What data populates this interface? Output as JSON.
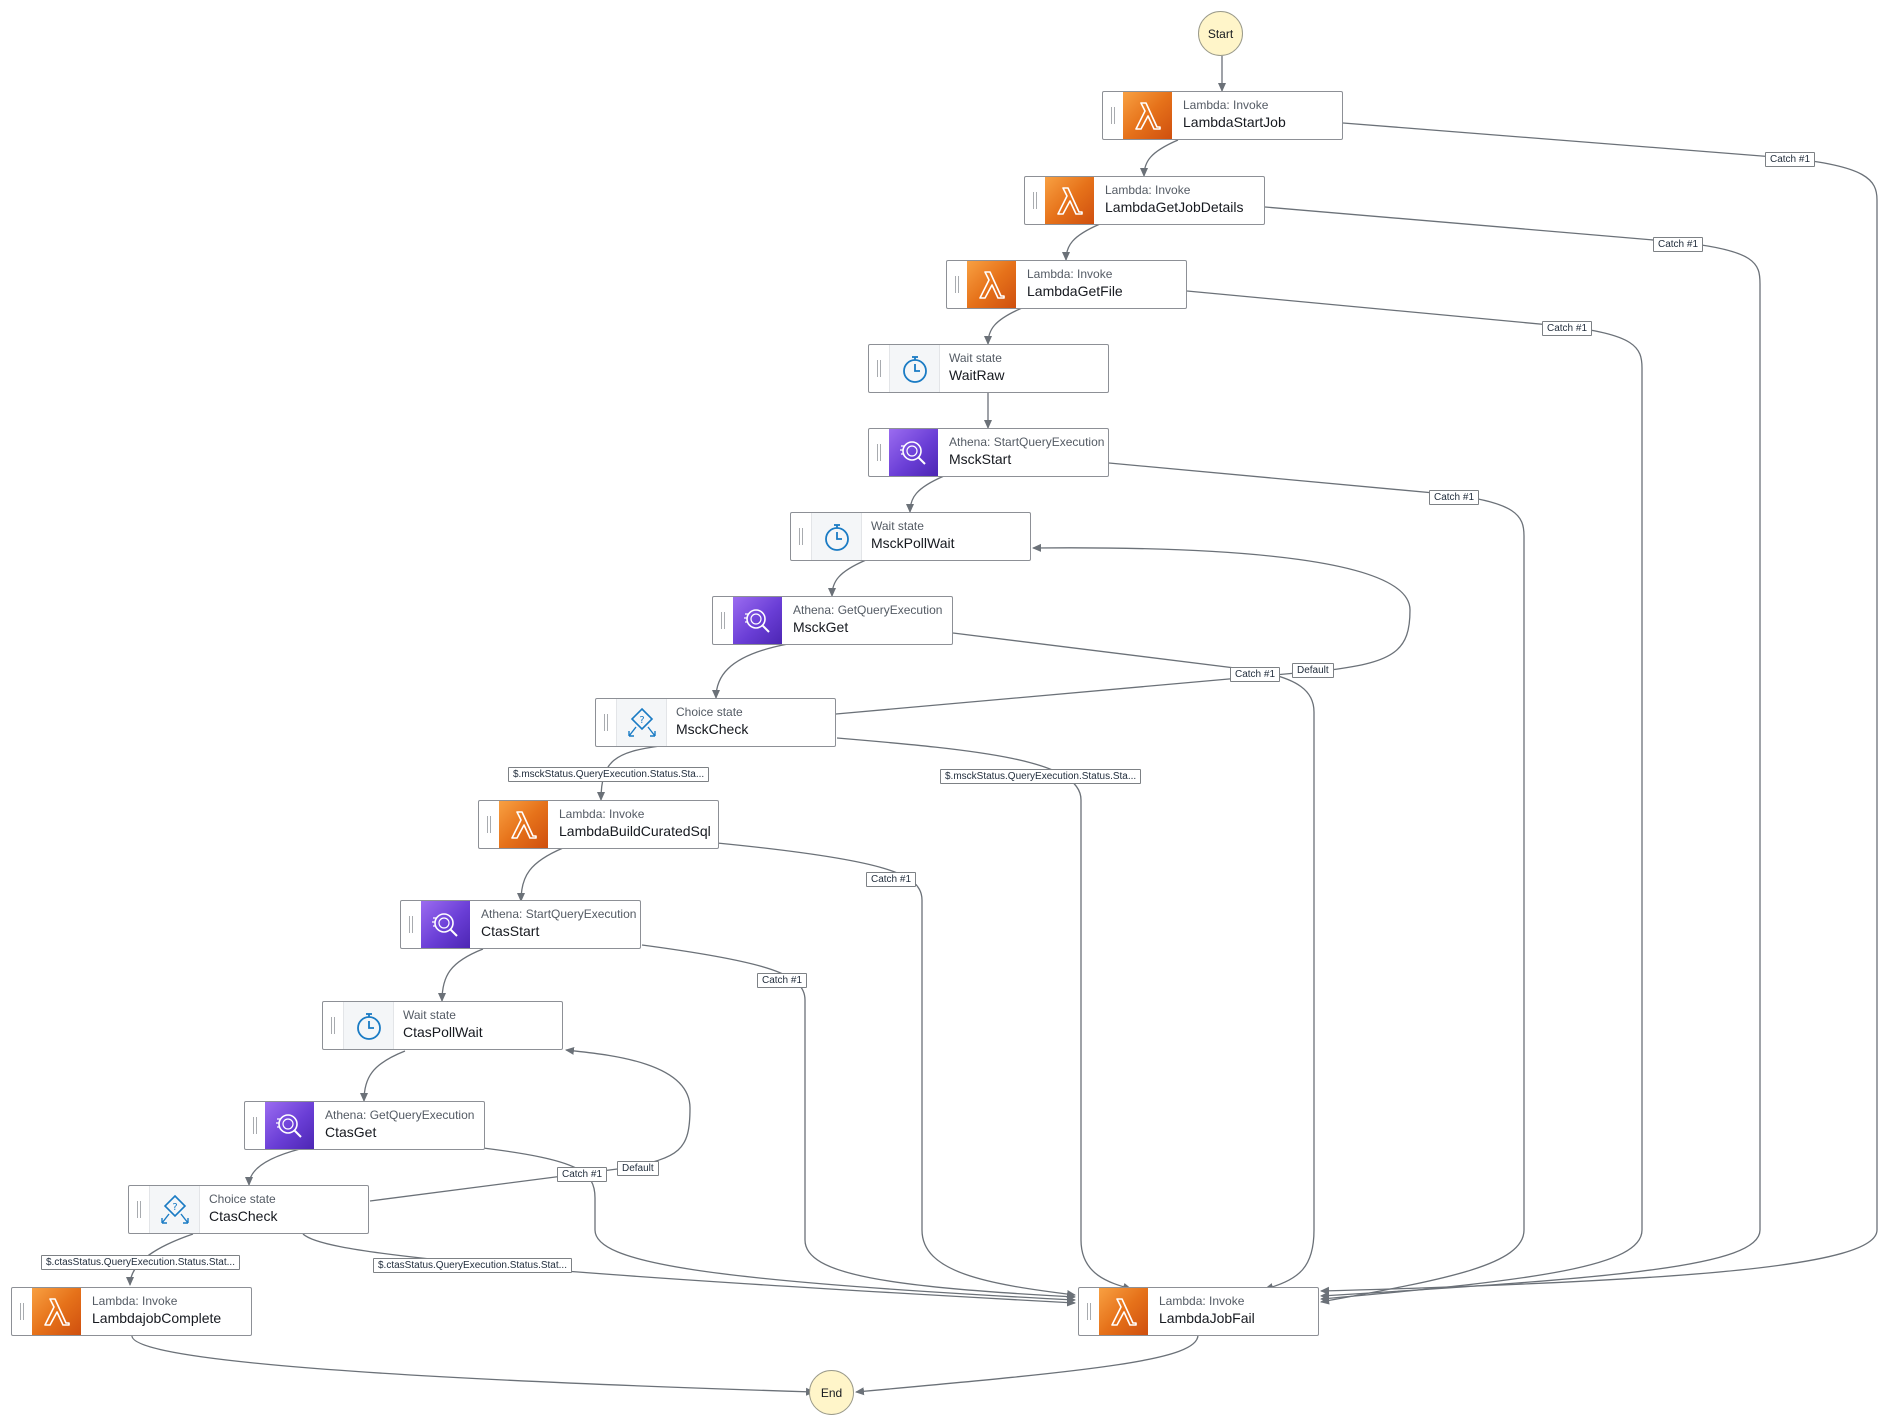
{
  "start": {
    "label": "Start"
  },
  "end": {
    "label": "End"
  },
  "states": {
    "LambdaStartJob": {
      "type": "Lambda: Invoke",
      "name": "LambdaStartJob",
      "icon": "lambda-icon"
    },
    "LambdaGetJobDetails": {
      "type": "Lambda: Invoke",
      "name": "LambdaGetJobDetails",
      "icon": "lambda-icon"
    },
    "LambdaGetFile": {
      "type": "Lambda: Invoke",
      "name": "LambdaGetFile",
      "icon": "lambda-icon"
    },
    "WaitRaw": {
      "type": "Wait state",
      "name": "WaitRaw",
      "icon": "timer-icon"
    },
    "MsckStart": {
      "type": "Athena: StartQueryExecution",
      "name": "MsckStart",
      "icon": "athena-icon"
    },
    "MsckPollWait": {
      "type": "Wait state",
      "name": "MsckPollWait",
      "icon": "timer-icon"
    },
    "MsckGet": {
      "type": "Athena: GetQueryExecution",
      "name": "MsckGet",
      "icon": "athena-icon"
    },
    "MsckCheck": {
      "type": "Choice state",
      "name": "MsckCheck",
      "icon": "choice-icon"
    },
    "LambdaBuildCuratedSql": {
      "type": "Lambda: Invoke",
      "name": "LambdaBuildCuratedSql",
      "icon": "lambda-icon"
    },
    "CtasStart": {
      "type": "Athena: StartQueryExecution",
      "name": "CtasStart",
      "icon": "athena-icon"
    },
    "CtasPollWait": {
      "type": "Wait state",
      "name": "CtasPollWait",
      "icon": "timer-icon"
    },
    "CtasGet": {
      "type": "Athena: GetQueryExecution",
      "name": "CtasGet",
      "icon": "athena-icon"
    },
    "CtasCheck": {
      "type": "Choice state",
      "name": "CtasCheck",
      "icon": "choice-icon"
    },
    "LambdajobComplete": {
      "type": "Lambda: Invoke",
      "name": "LambdajobComplete",
      "icon": "lambda-icon"
    },
    "LambdaJobFail": {
      "type": "Lambda: Invoke",
      "name": "LambdaJobFail",
      "icon": "lambda-icon"
    }
  },
  "edge_labels": {
    "catch": "Catch #1",
    "default": "Default",
    "msck_ok": "$.msckStatus.QueryExecution.Status.Sta...",
    "msck_fail": "$.msckStatus.QueryExecution.Status.Sta...",
    "ctas_ok": "$.ctasStatus.QueryExecution.Status.Stat...",
    "ctas_fail": "$.ctasStatus.QueryExecution.Status.Stat..."
  },
  "colors": {
    "lambda": "#e6721a",
    "athena": "#6a3ed6",
    "terminal_fill": "#fff5c9",
    "edge": "#6b7178"
  }
}
